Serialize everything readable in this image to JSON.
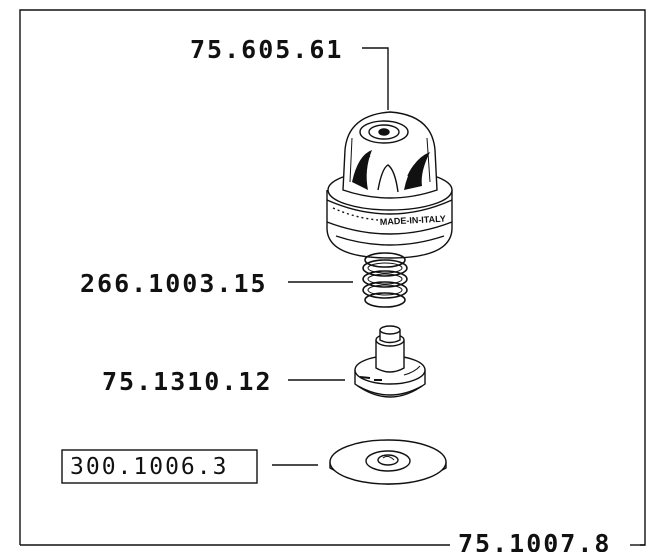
{
  "drawing": {
    "stroke_color": "#111111",
    "background": "#ffffff",
    "parts": [
      {
        "id": "cap",
        "code": "75.605.61",
        "stamp": "MADE-IN-ITALY"
      },
      {
        "id": "spring",
        "code": "266.1003.15"
      },
      {
        "id": "valve",
        "code": "75.1310.12"
      },
      {
        "id": "washer",
        "code": "300.1006.3",
        "boxed": true
      }
    ],
    "assembly_code": "75.1007.8"
  }
}
